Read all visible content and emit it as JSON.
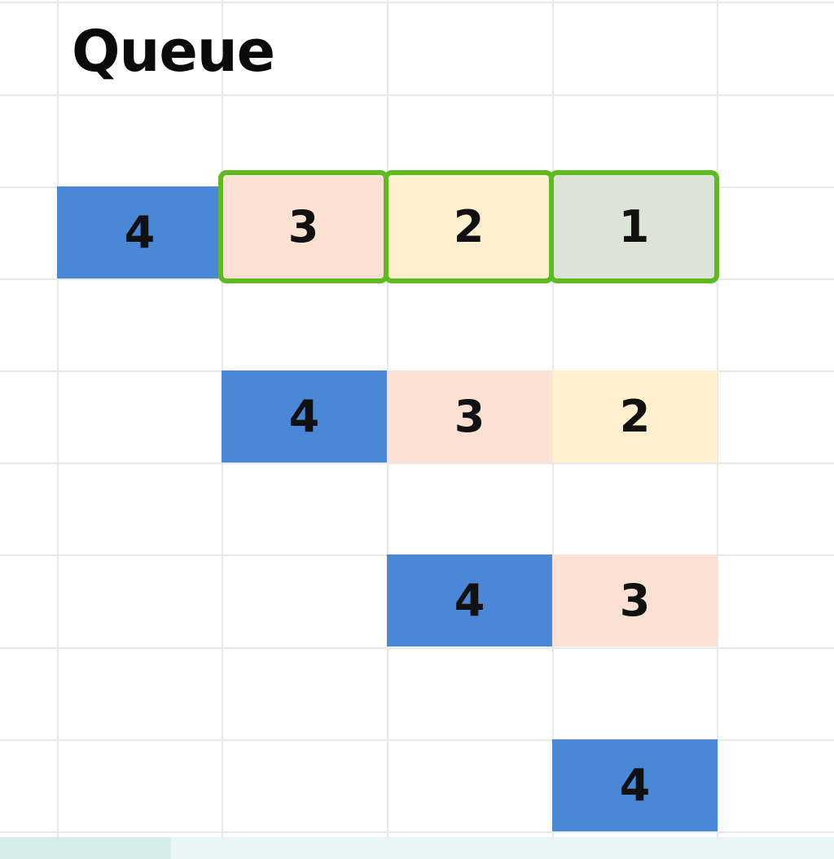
{
  "sheet": {
    "title": "Queue"
  },
  "colors": {
    "blue": "#4a87d6",
    "peach": "#fde2d3",
    "cream": "#fef0cf",
    "sage": "#dde3d6",
    "selection_border": "#5dbb1f",
    "gridline": "#e6e9ec"
  },
  "queue_rows": [
    {
      "state": "initial",
      "cells": [
        {
          "value": "4",
          "fill": "blue",
          "selected": false
        },
        {
          "value": "3",
          "fill": "peach",
          "selected": true
        },
        {
          "value": "2",
          "fill": "cream",
          "selected": true
        },
        {
          "value": "1",
          "fill": "sage",
          "selected": true
        }
      ]
    },
    {
      "state": "after-dequeue-1",
      "cells": [
        {
          "value": "4",
          "fill": "blue"
        },
        {
          "value": "3",
          "fill": "peach"
        },
        {
          "value": "2",
          "fill": "cream"
        }
      ]
    },
    {
      "state": "after-dequeue-2",
      "cells": [
        {
          "value": "4",
          "fill": "blue"
        },
        {
          "value": "3",
          "fill": "peach"
        }
      ]
    },
    {
      "state": "after-dequeue-3",
      "cells": [
        {
          "value": "4",
          "fill": "blue"
        }
      ]
    }
  ]
}
